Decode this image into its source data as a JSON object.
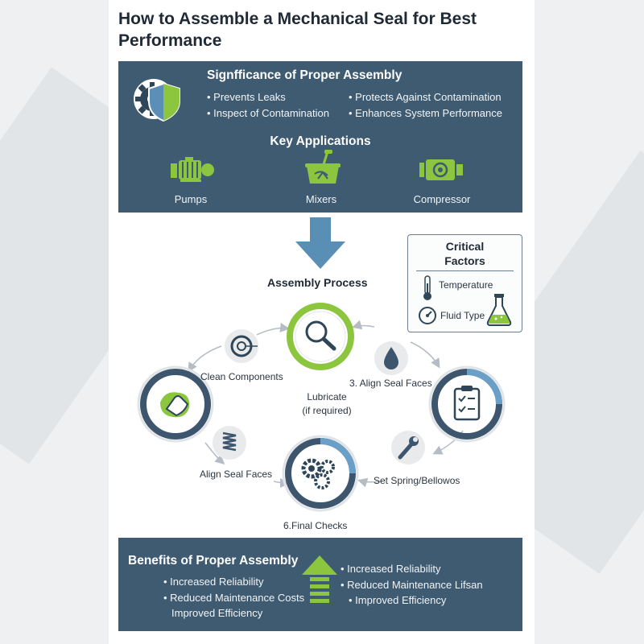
{
  "title": "How to Assemble a Mechanical Seal for Best Performance",
  "significance": {
    "heading": "Signfficance of Proper Assembly",
    "bullets_left": [
      "Prevents Leaks",
      "Inspect of Contamination"
    ],
    "bullets_right": [
      "Protects Against Contamination",
      "Enhances System Performance"
    ]
  },
  "applications": {
    "heading": "Key Applications",
    "items": [
      "Pumps",
      "Mixers",
      "Compressor"
    ]
  },
  "process": {
    "heading": "Assembly Process",
    "steps": {
      "clean": "Clean Components",
      "lubricate_1": "Lubricate",
      "lubricate_2": "(if required)",
      "align_top": "3. Align Seal Faces",
      "align_bottom": "Align Seal Faces",
      "spring": "Set Spring/Bellowos",
      "final": "6.Final Checks"
    }
  },
  "critical_factors": {
    "heading_1": "Critical",
    "heading_2": "Factors",
    "items": [
      "Temperature",
      "Fluid Type"
    ]
  },
  "benefits": {
    "heading": "Benefits of Proper Assembly",
    "left": [
      "Increased Reliability",
      "Reduced Maintenance Costs",
      "Improved Efficiency"
    ],
    "right": [
      "Increased Reliability",
      "Reduced Maintenance Lifsan",
      "Improved Efficiency"
    ]
  },
  "colors": {
    "panel": "#3f5b72",
    "accent_green": "#8cc63f",
    "ring_dark": "#3d566e",
    "ring_light": "#6aa0c8",
    "arrow_blue": "#5a8fb5"
  }
}
